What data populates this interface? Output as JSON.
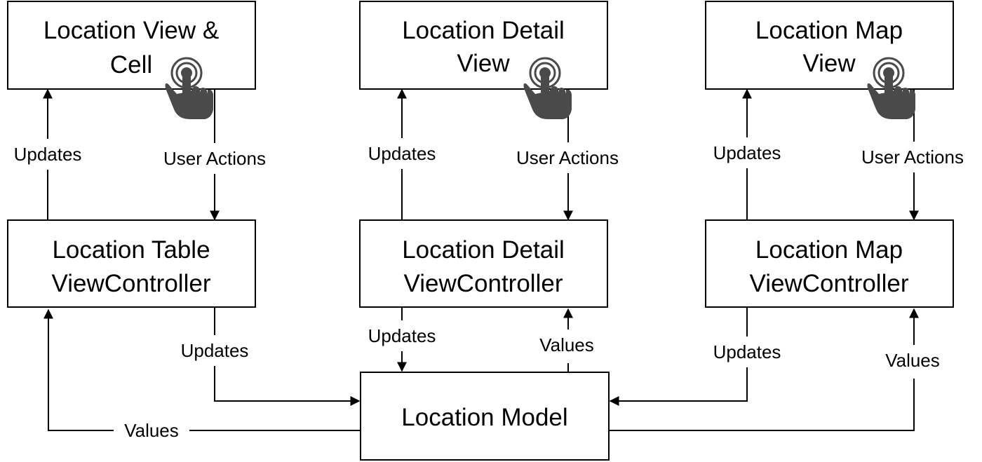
{
  "boxes": {
    "location_view_cell": {
      "lines": [
        "Location View &",
        "Cell"
      ]
    },
    "location_detail_view": {
      "lines": [
        "Location Detail",
        "View"
      ]
    },
    "location_map_view": {
      "lines": [
        "Location Map",
        "View"
      ]
    },
    "location_table_vc": {
      "lines": [
        "Location Table",
        "ViewController"
      ]
    },
    "location_detail_vc": {
      "lines": [
        "Location Detail",
        "ViewController"
      ]
    },
    "location_map_vc": {
      "lines": [
        "Location Map",
        "ViewController"
      ]
    },
    "location_model": {
      "lines": [
        "Location Model"
      ]
    }
  },
  "edges": {
    "table_updates_view": {
      "label": "Updates"
    },
    "view_cell_user_actions": {
      "label": "User Actions"
    },
    "detail_vc_updates_view": {
      "label": "Updates"
    },
    "detail_view_user_actions": {
      "label": "User Actions"
    },
    "map_vc_updates_view": {
      "label": "Updates"
    },
    "map_view_user_actions": {
      "label": "User Actions"
    },
    "table_vc_updates_model": {
      "label": "Updates"
    },
    "model_values_table_vc": {
      "label": "Values"
    },
    "detail_vc_updates_model": {
      "label": "Updates"
    },
    "model_values_detail_vc": {
      "label": "Values"
    },
    "map_vc_updates_model": {
      "label": "Updates"
    },
    "model_values_map_vc": {
      "label": "Values"
    }
  },
  "icons": {
    "touch": "tap-gesture-icon"
  },
  "colors": {
    "line": "#000000",
    "icon": "#4a4a4a",
    "background": "#ffffff"
  }
}
